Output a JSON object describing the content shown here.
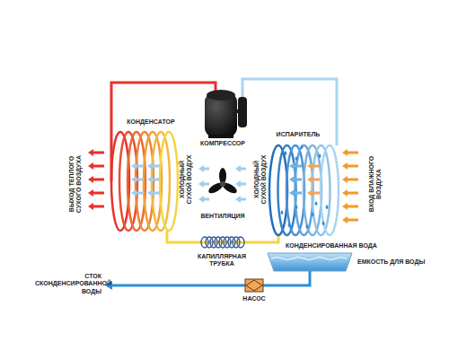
{
  "diagram": {
    "labels": [
      "КОНДЕНСАТОР",
      "КОМПРЕССОР",
      "ИСПАРИТЕЛЬ",
      "ВЫХОД ТЕПЛОГО СУХОГО ВОЗДУХА",
      "ХОЛОДНЫЙ СУХОЙ ВОЗДУХ",
      "ВЕНТИЛЯЦИЯ",
      "ХОЛОДНЫЙ СУХОЙ ВОЗДУХ",
      "ВХОД ВЛАЖНОГО ВОЗДУХА",
      "КОНДЕНСИРОВАННАЯ ВОДА",
      "КАПИЛЛЯРНАЯ ТРУБКА",
      "ЕМКОСТЬ ДЛЯ ВОДЫ",
      "СТОК СКОНДЕНСИРОВАННОЙ ВОДЫ",
      "НАСОС"
    ]
  }
}
